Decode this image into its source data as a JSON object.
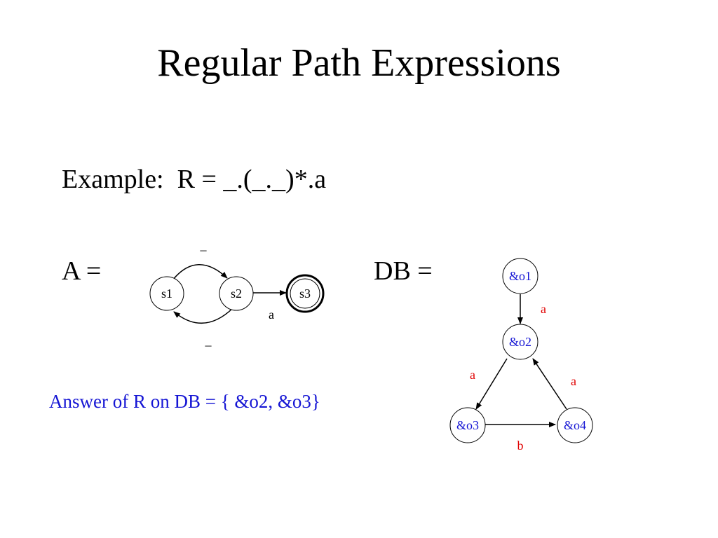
{
  "slide": {
    "title": "Regular Path Expressions",
    "example": "Example:  R = _.(_._)*.a",
    "automaton_label": "A =",
    "db_label": "DB =",
    "answer": "Answer of R on DB = { &o2, &o3}"
  },
  "automaton": {
    "states": [
      {
        "id": "s1",
        "label": "s1",
        "accepting": false
      },
      {
        "id": "s2",
        "label": "s2",
        "accepting": false
      },
      {
        "id": "s3",
        "label": "s3",
        "accepting": true
      }
    ],
    "transitions": [
      {
        "from": "s1",
        "to": "s2",
        "label": "_"
      },
      {
        "from": "s2",
        "to": "s1",
        "label": "_"
      },
      {
        "from": "s2",
        "to": "s3",
        "label": "a"
      }
    ]
  },
  "database": {
    "node_color": "#1515d4",
    "edge_label_color": "#e00000",
    "nodes": [
      {
        "id": "o1",
        "label": "&o1"
      },
      {
        "id": "o2",
        "label": "&o2"
      },
      {
        "id": "o3",
        "label": "&o3"
      },
      {
        "id": "o4",
        "label": "&o4"
      }
    ],
    "edges": [
      {
        "from": "o1",
        "to": "o2",
        "label": "a"
      },
      {
        "from": "o2",
        "to": "o3",
        "label": "a"
      },
      {
        "from": "o4",
        "to": "o2",
        "label": "a"
      },
      {
        "from": "o3",
        "to": "o4",
        "label": "b"
      }
    ]
  }
}
